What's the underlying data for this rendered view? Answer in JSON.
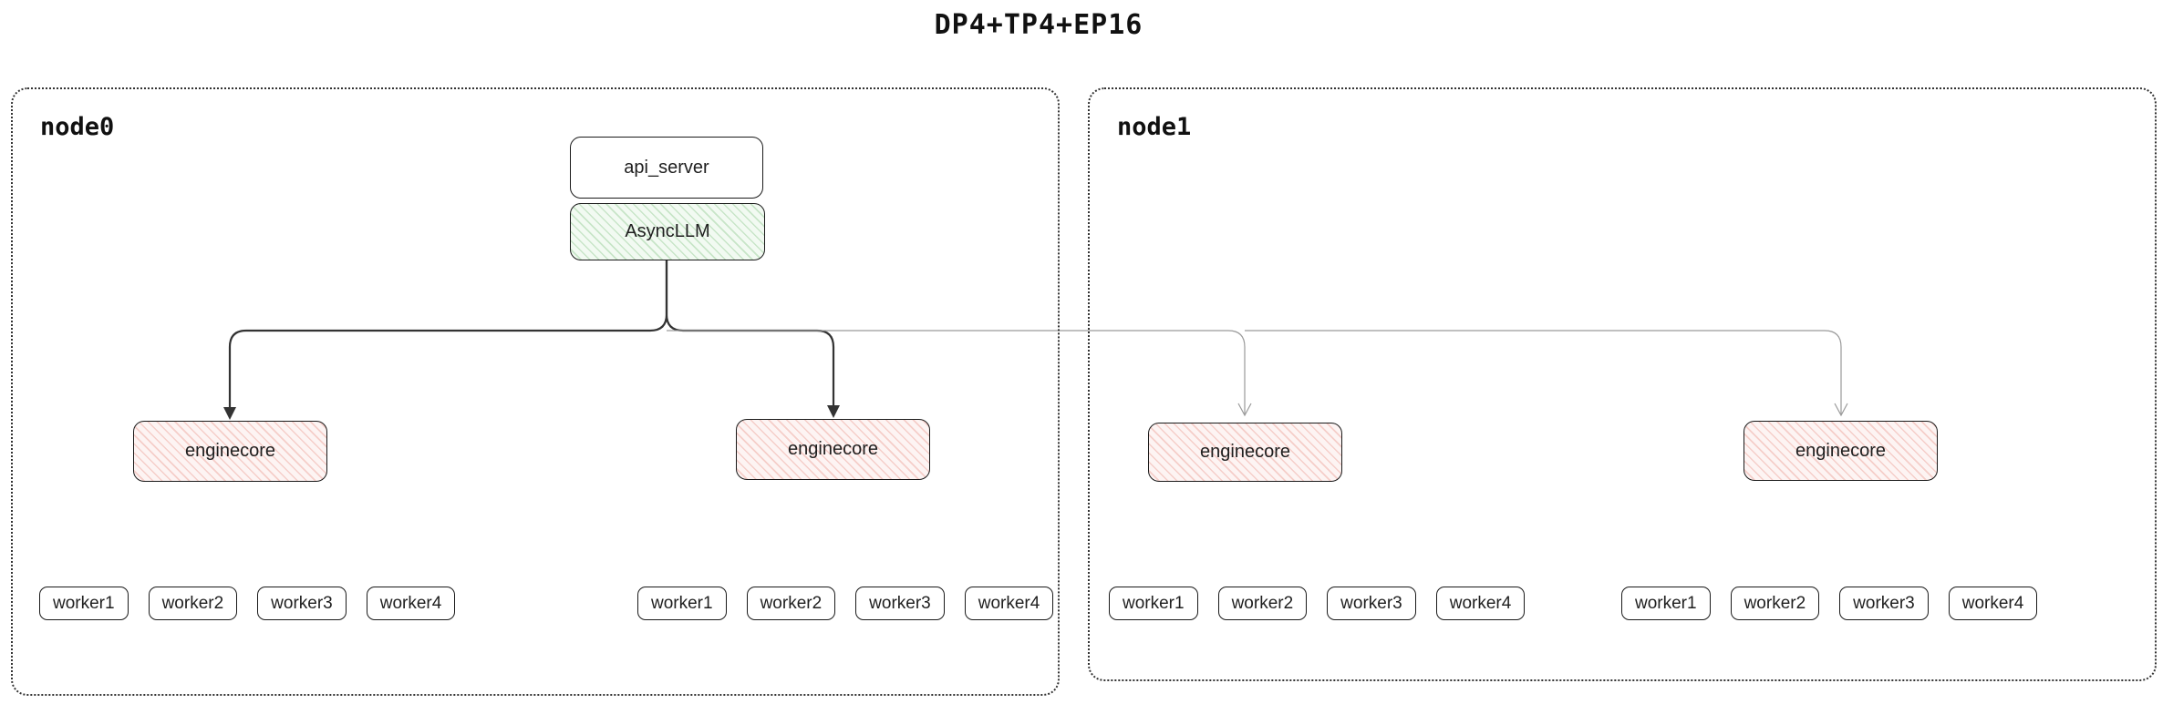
{
  "title": "DP4+TP4+EP16",
  "colors": {
    "box_border": "#1a1a1a",
    "node_border": "#333333",
    "asyncllm_fill": "#f2faf2",
    "asyncllm_hatch": "#78be78",
    "enginecore_fill": "#fdf4f3",
    "enginecore_hatch": "#e47d70",
    "edge_bold": "#333333",
    "edge_light": "#9a9a9a"
  },
  "nodes": [
    {
      "label": "node0",
      "api_server_label": "api_server",
      "asyncllm_label": "AsyncLLM",
      "enginecores": [
        {
          "label": "enginecore",
          "workers": [
            "worker1",
            "worker2",
            "worker3",
            "worker4"
          ]
        },
        {
          "label": "enginecore",
          "workers": [
            "worker1",
            "worker2",
            "worker3",
            "worker4"
          ]
        }
      ]
    },
    {
      "label": "node1",
      "enginecores": [
        {
          "label": "enginecore",
          "workers": [
            "worker1",
            "worker2",
            "worker3",
            "worker4"
          ]
        },
        {
          "label": "enginecore",
          "workers": [
            "worker1",
            "worker2",
            "worker3",
            "worker4"
          ]
        }
      ]
    }
  ]
}
